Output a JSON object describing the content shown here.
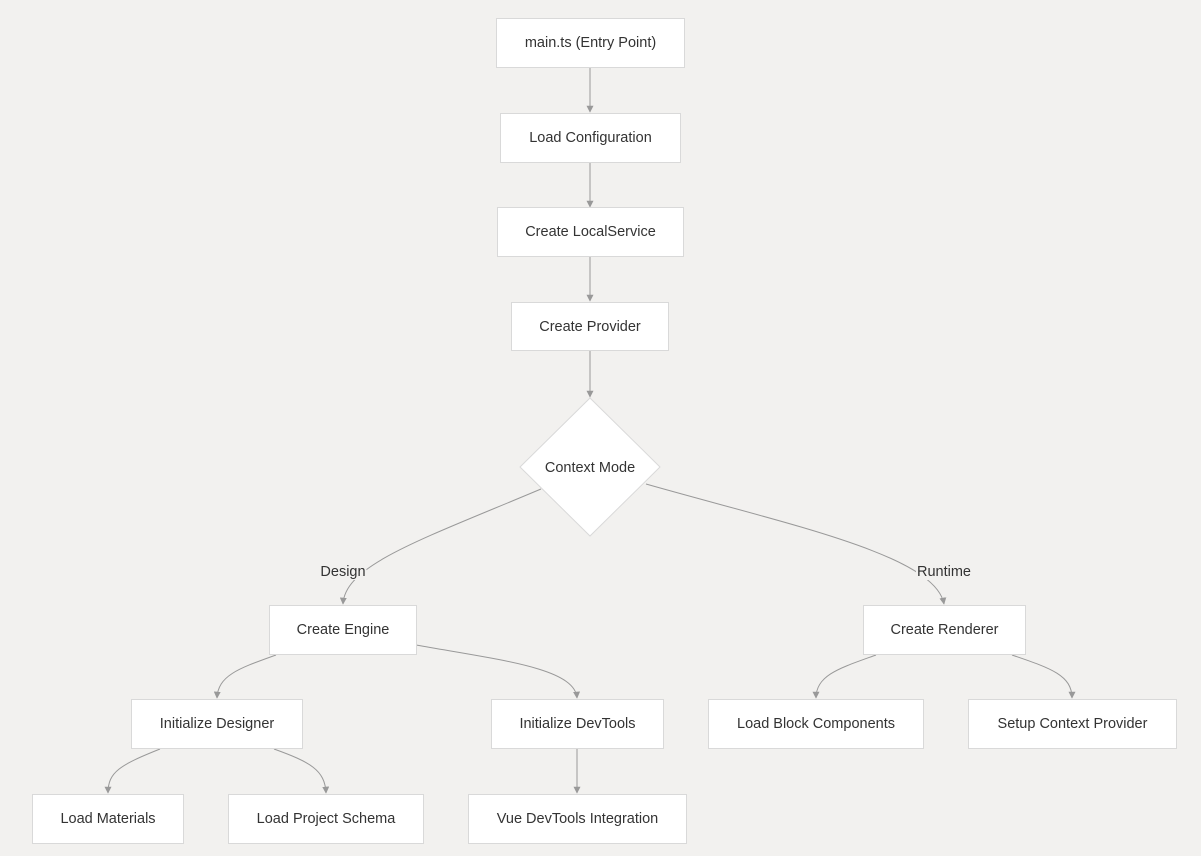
{
  "diagram": {
    "nodes": {
      "entry": "main.ts (Entry Point)",
      "load_config": "Load Configuration",
      "local_service": "Create LocalService",
      "provider": "Create Provider",
      "context_mode": "Context Mode",
      "engine": "Create Engine",
      "renderer": "Create Renderer",
      "init_designer": "Initialize Designer",
      "init_devtools": "Initialize DevTools",
      "block_components": "Load Block Components",
      "context_provider": "Setup Context Provider",
      "materials": "Load Materials",
      "project_schema": "Load Project Schema",
      "vue_devtools": "Vue DevTools Integration"
    },
    "edge_labels": {
      "design": "Design",
      "runtime": "Runtime"
    },
    "colors": {
      "background": "#f2f1ef",
      "node_fill": "#ffffff",
      "node_border": "#d9d9d9",
      "edge": "#999999",
      "text": "#333333"
    }
  }
}
